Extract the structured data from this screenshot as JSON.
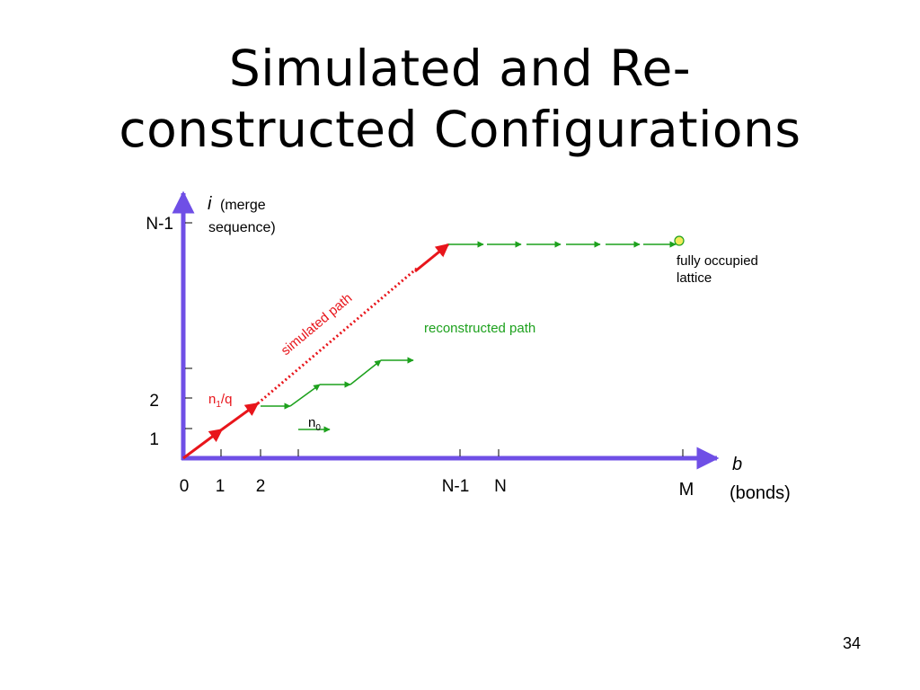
{
  "slide": {
    "title_line1": "Simulated and Re-",
    "title_line2": "constructed Configurations",
    "slide_number": "34"
  },
  "y_axis": {
    "variable": "i",
    "label_part1": "(merge",
    "label_part2": "sequence)",
    "ticks": {
      "n_minus_1": "N-1",
      "two": "2",
      "one": "1"
    }
  },
  "x_axis": {
    "variable": "b",
    "label": "(bonds)",
    "ticks": {
      "zero": "0",
      "one": "1",
      "two": "2",
      "n_minus_1": "N-1",
      "n": "N",
      "m": "M"
    }
  },
  "annotations": {
    "simulated_path": "simulated path",
    "reconstructed_path": "reconstructed path",
    "fully_occupied_1": "fully occupied",
    "fully_occupied_2": "lattice",
    "n1": "n",
    "n1_sub": "1",
    "n1_suffix": "/q",
    "n0": "n",
    "n0_sub": "0"
  },
  "colors": {
    "axis": "#6f4fe6",
    "simulated": "#e8151b",
    "reconstructed": "#1da11d",
    "endpoint_fill": "#f2ea5a",
    "text": "#000000"
  }
}
